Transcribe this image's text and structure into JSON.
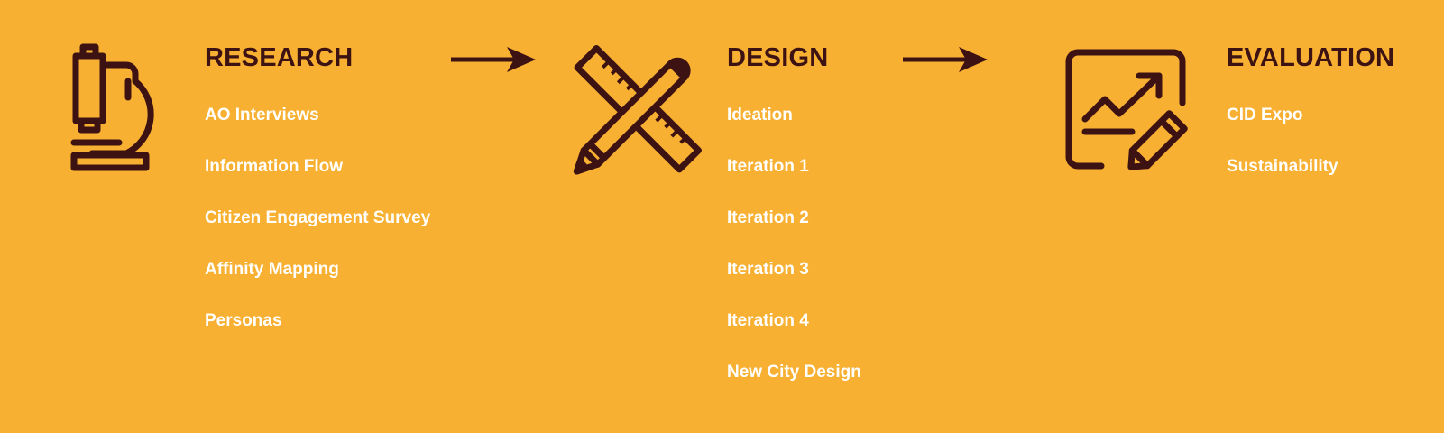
{
  "colors": {
    "background": "#F7B031",
    "ink": "#3D1212",
    "item_text": "#FFFFFF"
  },
  "stages": [
    {
      "icon": "microscope-icon",
      "title": "RESEARCH",
      "items": [
        "AO Interviews",
        "Information Flow",
        "Citizen Engagement Survey",
        "Affinity Mapping",
        "Personas"
      ]
    },
    {
      "icon": "pencil-ruler-icon",
      "title": "DESIGN",
      "items": [
        "Ideation",
        "Iteration 1",
        "Iteration 2",
        "Iteration 3",
        "Iteration 4",
        "New City Design"
      ]
    },
    {
      "icon": "chart-edit-icon",
      "title": "EVALUATION",
      "items": [
        "CID Expo",
        "Sustainability"
      ]
    }
  ],
  "connectors": [
    "arrow-icon",
    "arrow-icon"
  ]
}
